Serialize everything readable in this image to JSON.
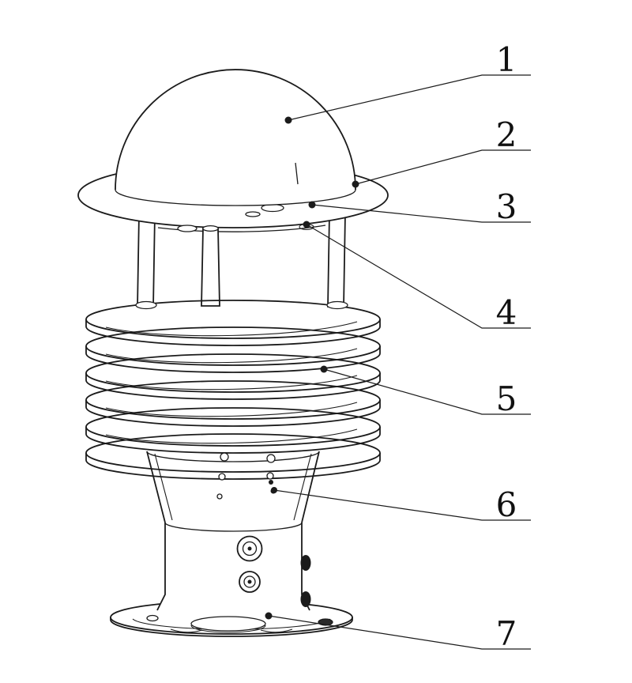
{
  "figure": {
    "description": "exploded-view line drawing of a weather sensor with dome cap, collar, louvered radiation shield, tapered body and mounting base",
    "background": "#ffffff",
    "line_color": "#1b1b1b",
    "callouts": [
      {
        "label": "1"
      },
      {
        "label": "2"
      },
      {
        "label": "3"
      },
      {
        "label": "4"
      },
      {
        "label": "5"
      },
      {
        "label": "6"
      },
      {
        "label": "7"
      }
    ]
  }
}
